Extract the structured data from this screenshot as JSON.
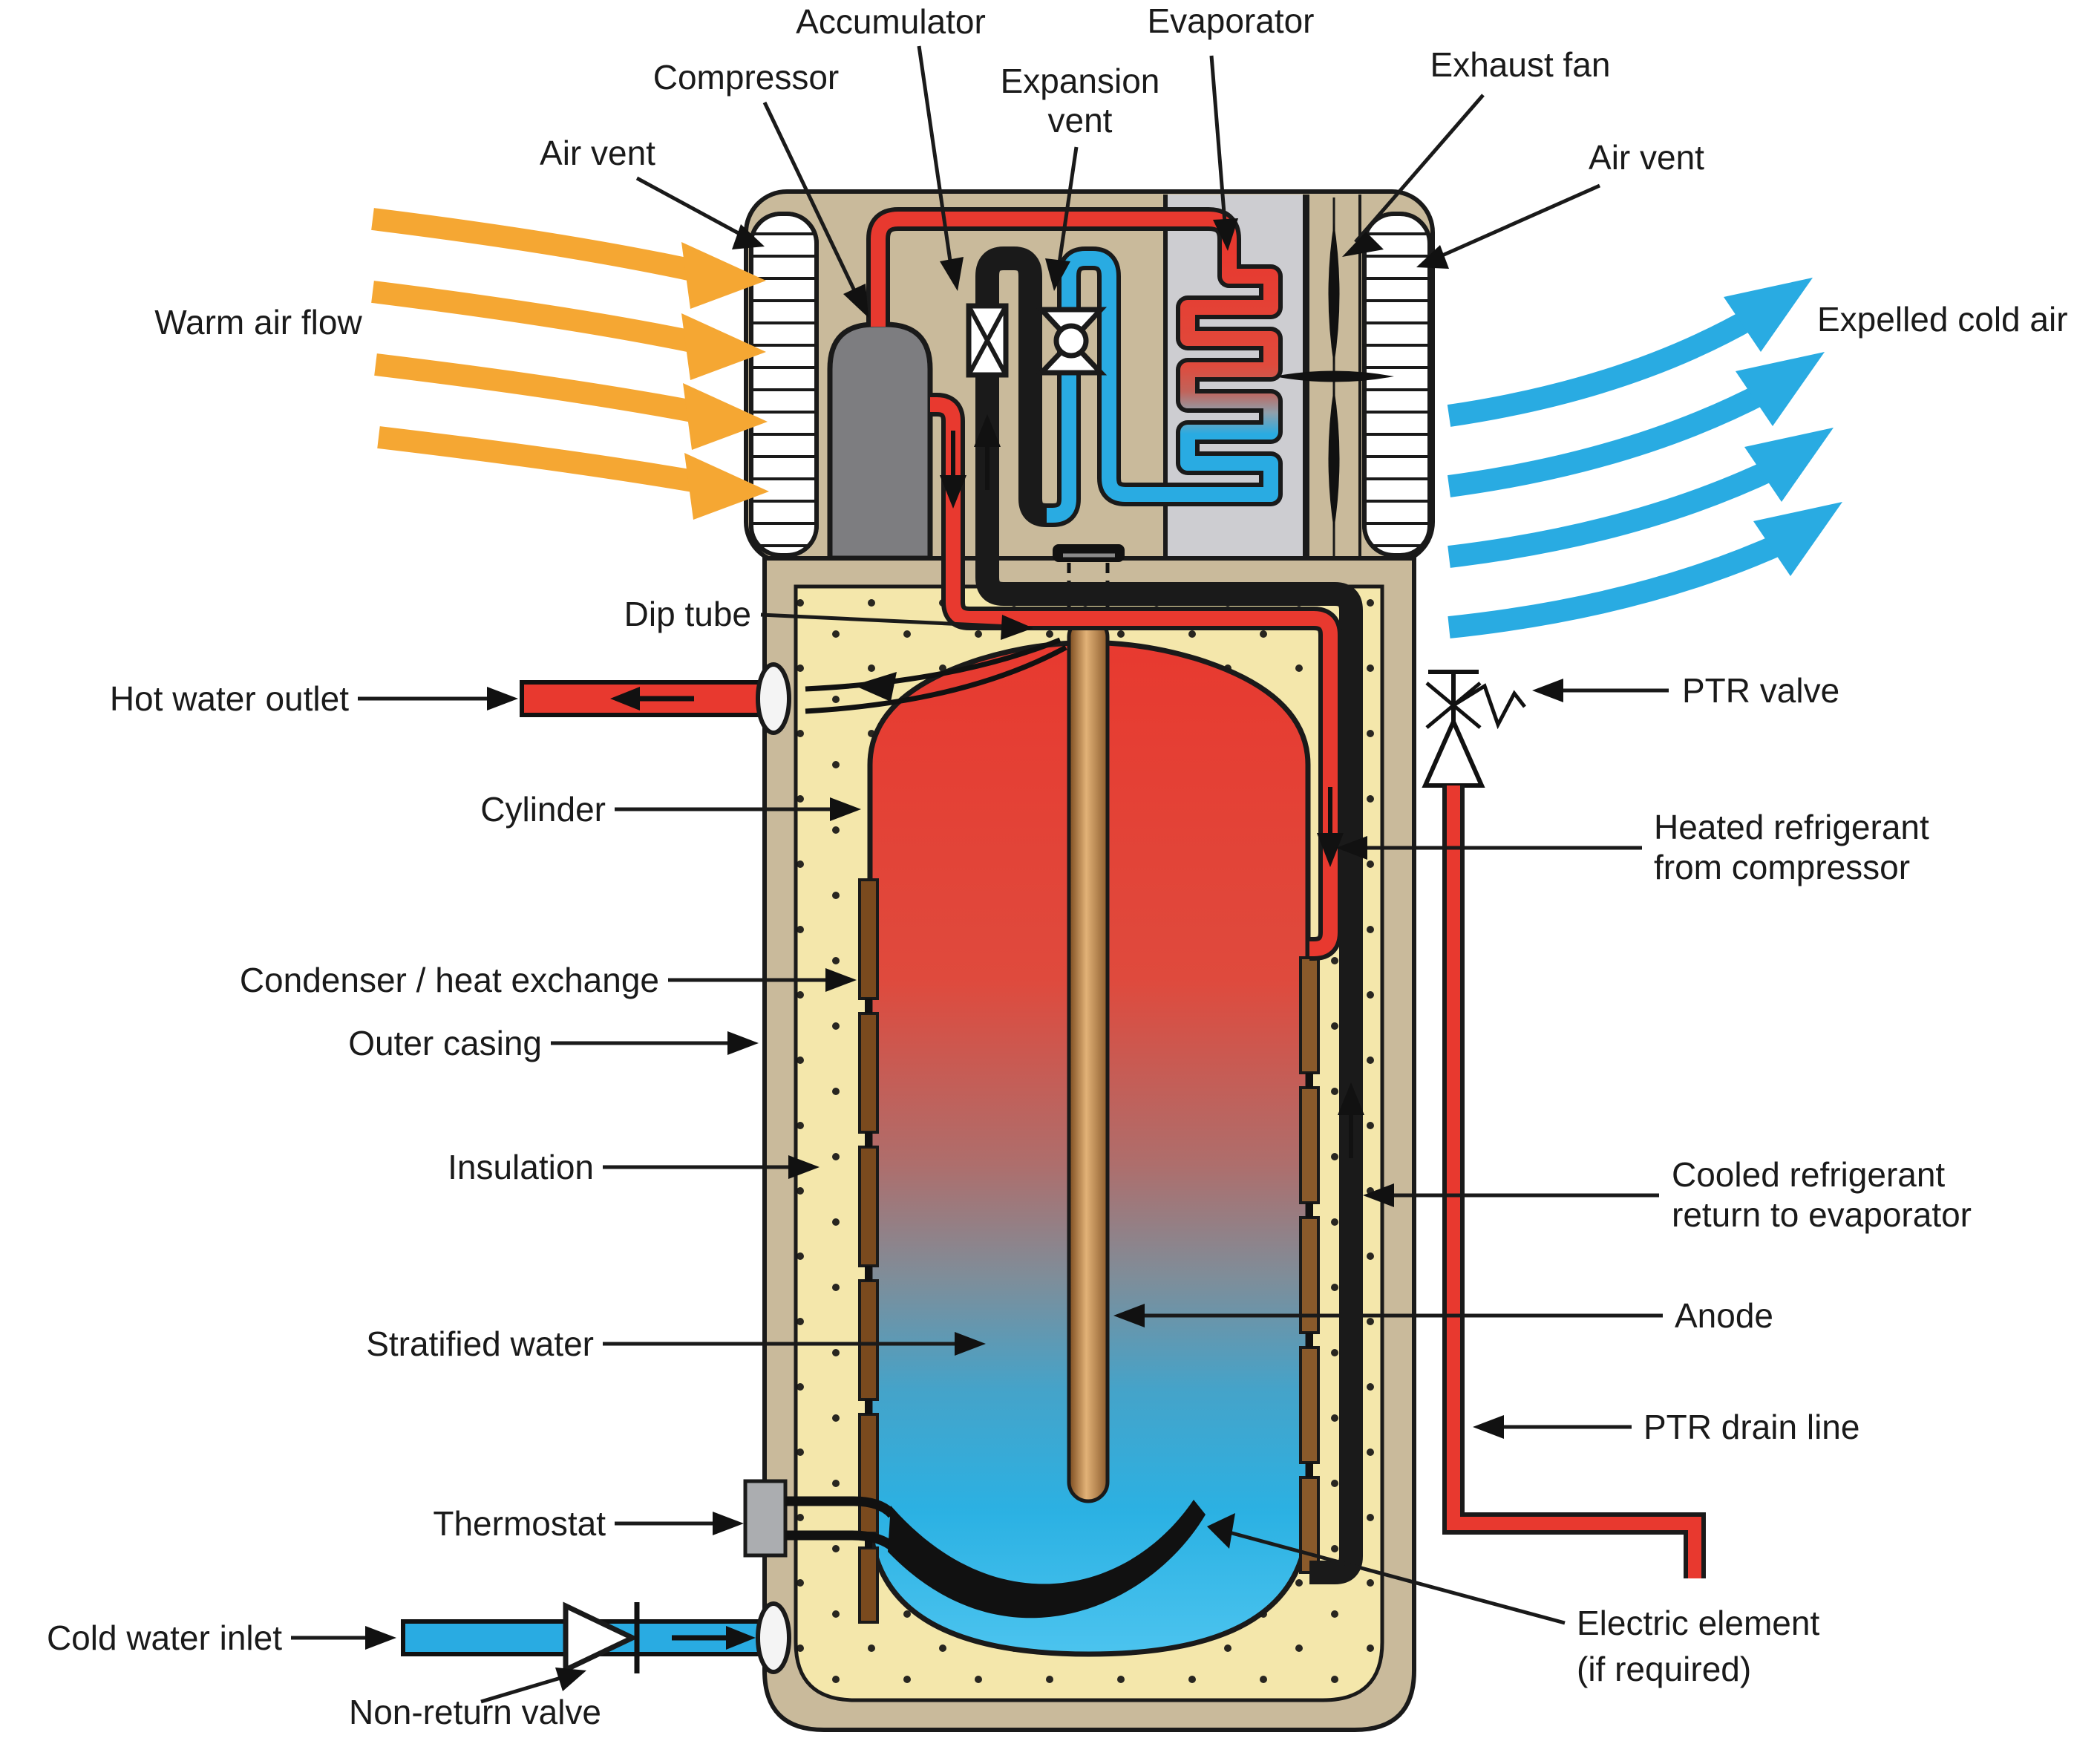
{
  "labels": {
    "accumulator": "Accumulator",
    "evaporator": "Evaporator",
    "compressor": "Compressor",
    "expansion_vent_1": "Expansion",
    "expansion_vent_2": "vent",
    "exhaust_fan": "Exhaust fan",
    "air_vent_left": "Air vent",
    "air_vent_right": "Air vent",
    "warm_air_flow": "Warm air flow",
    "expelled_cold_air": "Expelled cold air",
    "dip_tube": "Dip tube",
    "hot_water_outlet": "Hot water outlet",
    "cylinder": "Cylinder",
    "condenser_heat_exchange": "Condenser / heat exchange",
    "outer_casing": "Outer casing",
    "insulation": "Insulation",
    "stratified_water": "Stratified water",
    "thermostat": "Thermostat",
    "cold_water_inlet": "Cold water inlet",
    "non_return_valve": "Non-return valve",
    "ptr_valve": "PTR valve",
    "heated_refrigerant_1": "Heated refrigerant",
    "heated_refrigerant_2": "from compressor",
    "cooled_refrigerant_1": "Cooled refrigerant",
    "cooled_refrigerant_2": "return to evaporator",
    "anode": "Anode",
    "ptr_drain_line": "PTR drain line",
    "electric_element_1": "Electric element",
    "electric_element_2": "(if required)"
  },
  "colors": {
    "hot": "#E8392F",
    "cold": "#29ABE2",
    "warm_air": "#F5A733",
    "casing_tan": "#C9BA9B",
    "insulation_cream": "#F4E7AB",
    "compressor_gray": "#7D7D80",
    "evaporator_housing": "#CDCDD1",
    "copper": "#C08A50",
    "outline": "#1a1a1a"
  }
}
